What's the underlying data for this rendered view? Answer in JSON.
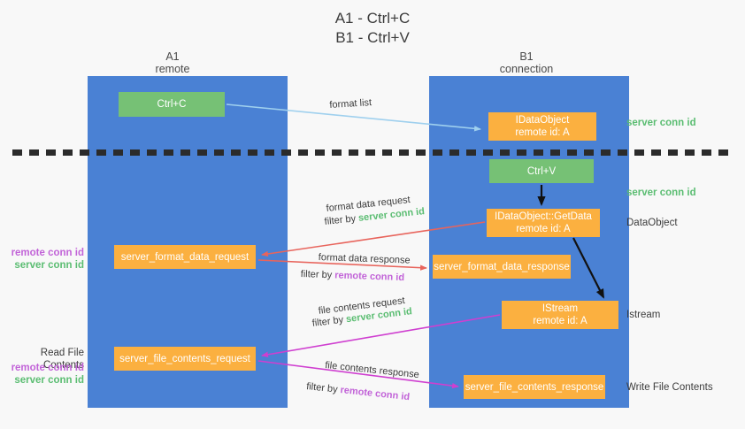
{
  "title": {
    "line1": "A1 - Ctrl+C",
    "line2": "B1 - Ctrl+V"
  },
  "columns": {
    "a1": {
      "name": "A1",
      "role": "remote"
    },
    "b1": {
      "name": "B1",
      "role": "connection"
    }
  },
  "boxes": {
    "ctrl_c": "Ctrl+C",
    "ctrl_v": "Ctrl+V",
    "idataobject_title": "IDataObject",
    "idataobject_sub": "remote id: A",
    "getdata_title": "IDataObject::GetData",
    "getdata_sub": "remote id: A",
    "istream_title": "IStream",
    "istream_sub": "remote id: A",
    "server_format_data_request": "server_format_data_request",
    "server_format_data_response": "server_format_data_response",
    "server_file_contents_request": "server_file_contents_request",
    "server_file_contents_response": "server_file_contents_response"
  },
  "right_labels": {
    "server_conn_id_1": "server conn id",
    "server_conn_id_2": "server conn id",
    "dataobject": "DataObject",
    "istream": "Istream",
    "write_file_contents": "Write File Contents"
  },
  "left_labels": {
    "remote_conn_id_1": "remote conn id",
    "server_conn_id_1": "server conn id",
    "read_file_contents": "Read File Contents",
    "remote_conn_id_2": "remote conn id",
    "server_conn_id_2": "server conn id"
  },
  "captions": {
    "format_list": "format list",
    "format_data_request": "format data request",
    "format_data_request_filter_prefix": "filter by ",
    "format_data_request_filter_key": "server conn id",
    "format_data_response": "format data response",
    "format_data_response_filter_prefix": "filter by ",
    "format_data_response_filter_key": "remote conn id",
    "file_contents_request": "file contents request",
    "file_contents_request_filter_prefix": "filter by ",
    "file_contents_request_filter_key": "server conn id",
    "file_contents_response": "file contents response",
    "file_contents_response_filter_prefix": "filter by ",
    "file_contents_response_filter_key": "remote conn id"
  },
  "colors": {
    "lane_blue": "#4a81d4",
    "box_orange": "#fbb040",
    "box_green": "#76c175",
    "server_conn_green": "#5bbd72",
    "remote_conn_purple": "#c264d8",
    "arrow_light_blue": "#9fd0ee",
    "arrow_red": "#e8645c",
    "arrow_magenta": "#cf3fd0",
    "arrow_black": "#111111",
    "background": "#f8f8f8",
    "text_dark": "#3c3c3c"
  }
}
